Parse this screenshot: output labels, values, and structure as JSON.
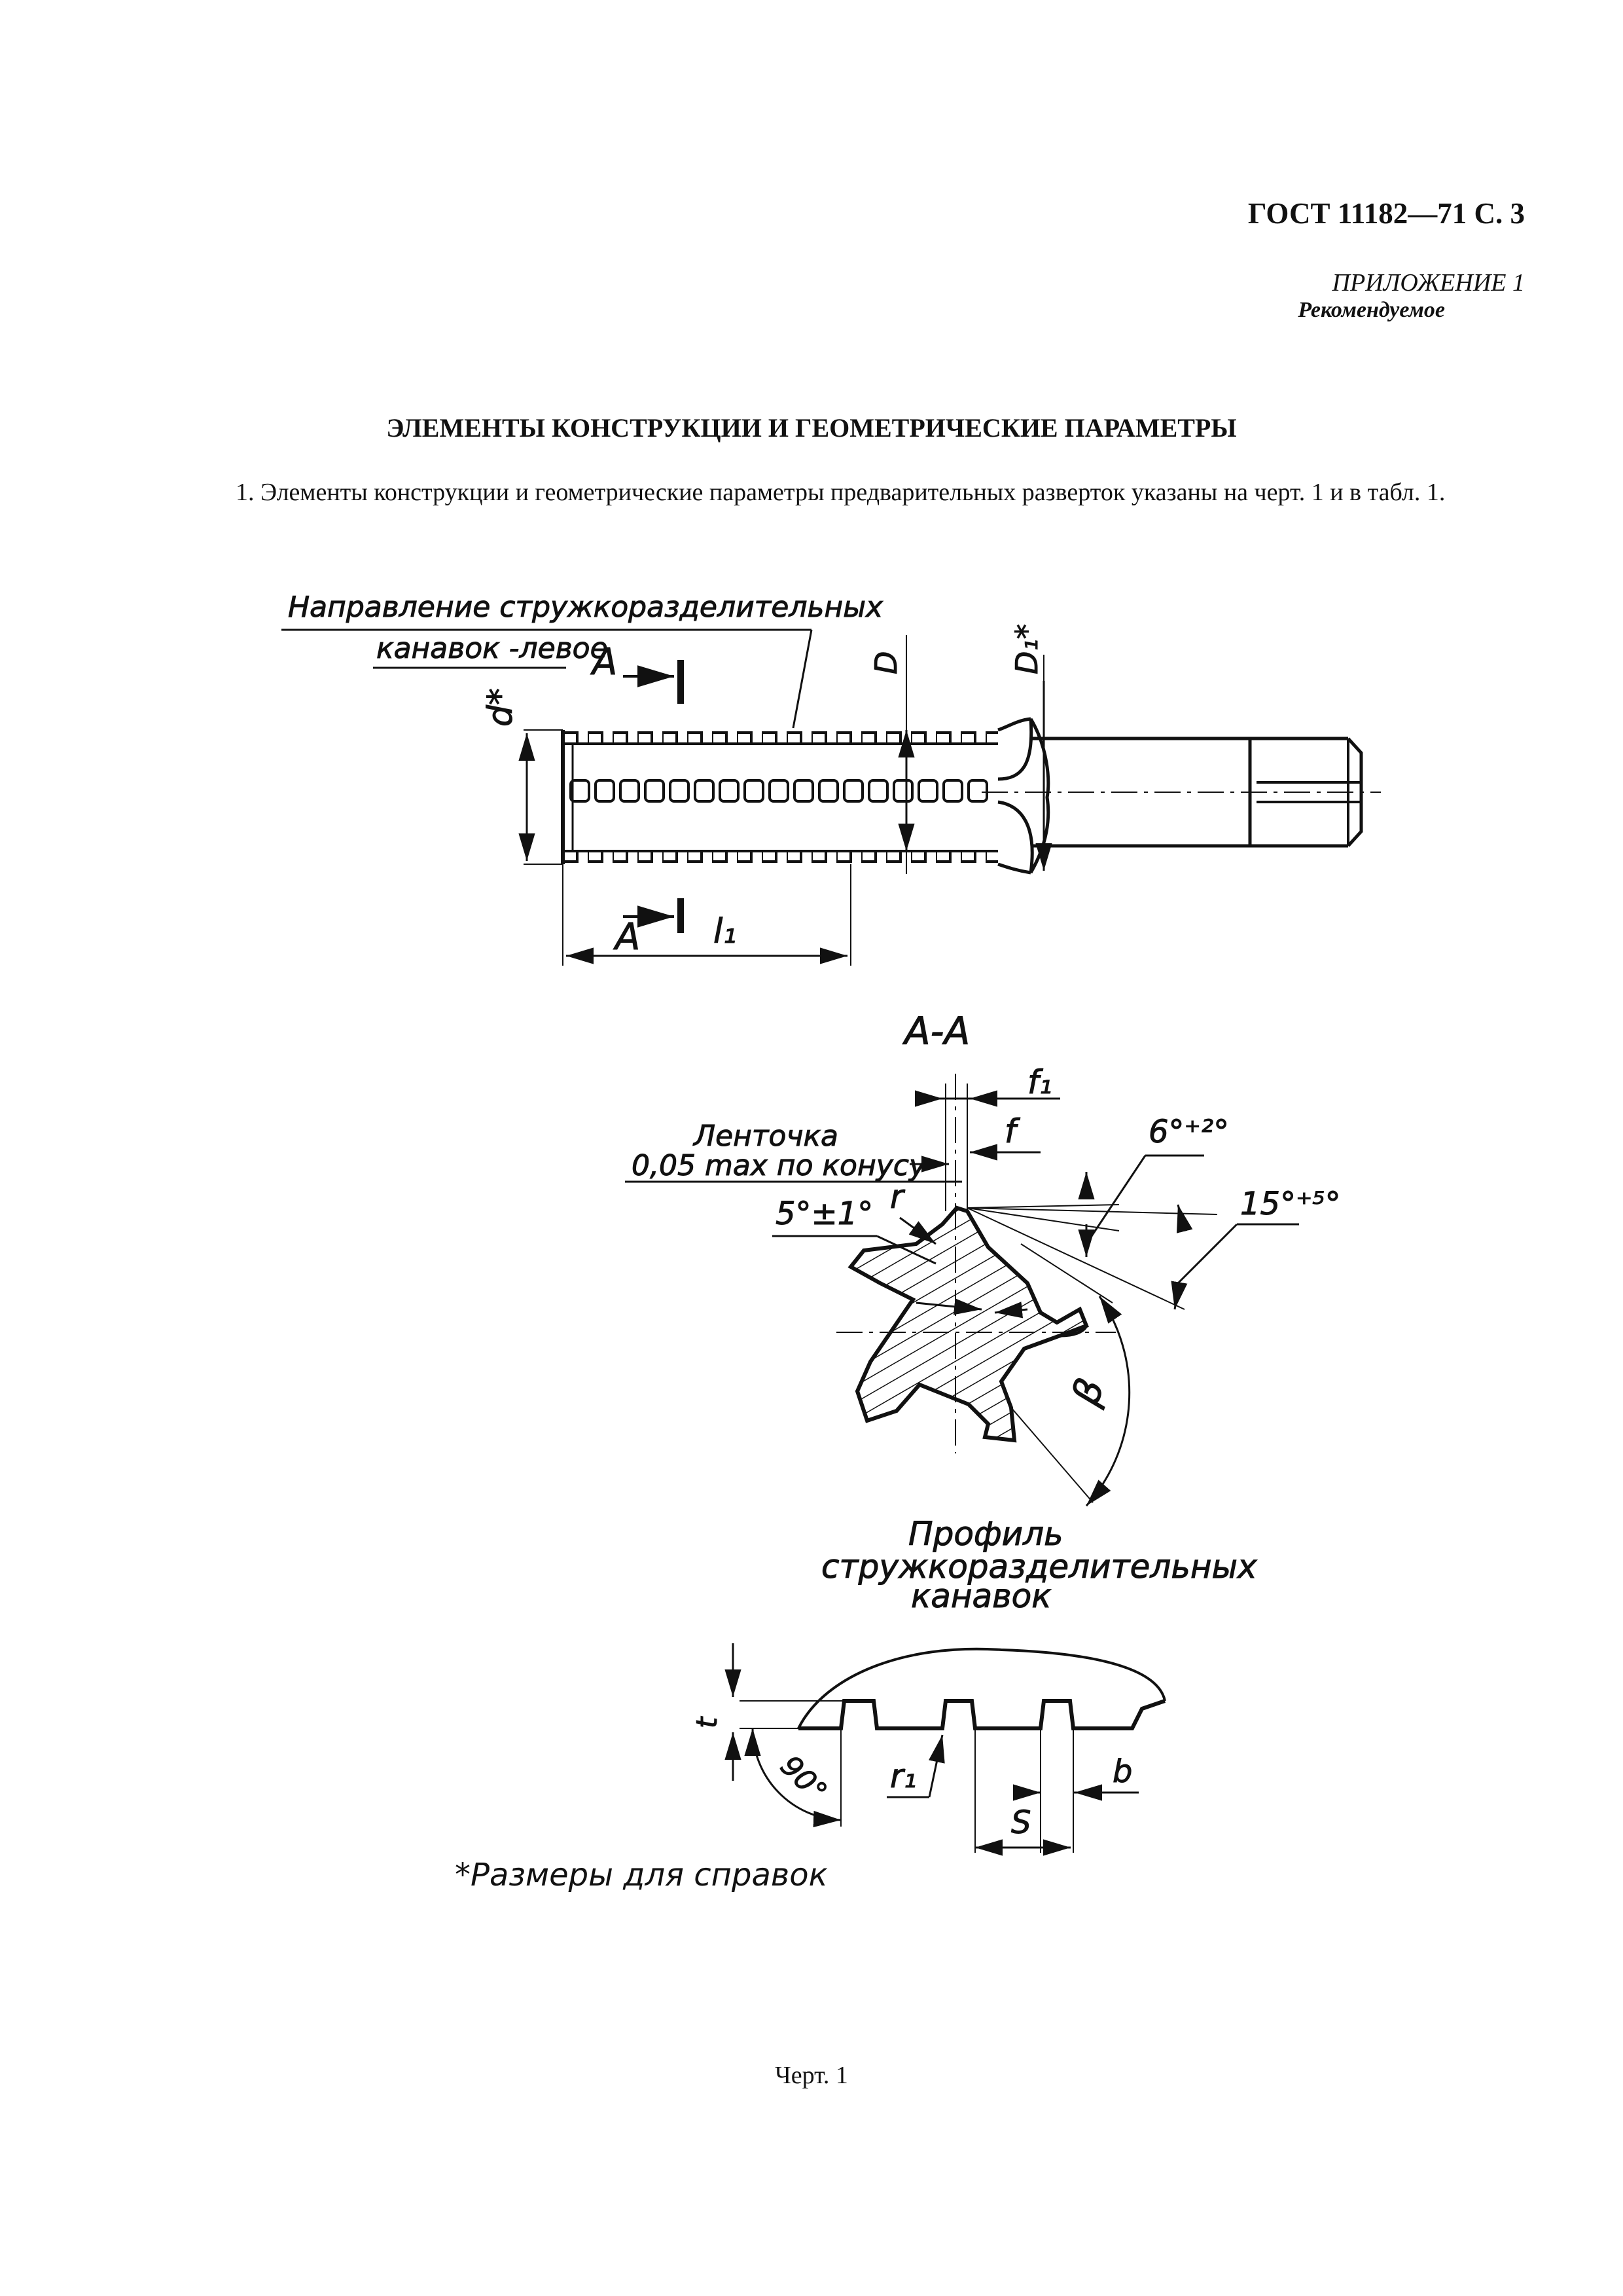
{
  "header": {
    "doc_id": "ГОСТ 11182—71 С. 3"
  },
  "appendix": {
    "label": "ПРИЛОЖЕНИЕ 1",
    "note": "Рекомендуемое"
  },
  "section_title": "ЭЛЕМЕНТЫ КОНСТРУКЦИИ И ГЕОМЕТРИЧЕСКИЕ ПАРАМЕТРЫ",
  "paragraph": "1. Элементы конструкции и геометрические параметры предварительных разверток указаны на черт. 1 и в табл. 1.",
  "drawing": {
    "direction_line1": "Направление стружкоразделительных",
    "direction_line2": "канавок -левое",
    "label_A": "A",
    "label_d": "d*",
    "label_D": "D",
    "label_D1": "D₁*",
    "label_l1": "l₁",
    "section_title": "A-A",
    "label_f1": "f₁",
    "label_f": "f",
    "land_line1": "Ленточка",
    "land_line2": "0,05 max по конусу",
    "angle_6": "6°⁺²°",
    "angle_15": "15°⁺⁵°",
    "angle_5": "5°±1°",
    "label_r": "r",
    "label_beta": "β",
    "profile_line1": "Профиль",
    "profile_line2": "стружкоразделительных",
    "profile_line3": "канавок",
    "label_t": "t",
    "label_90": "90°",
    "label_r1": "r₁",
    "label_b": "b",
    "label_S": "S",
    "footnote": "*Размеры для справок"
  },
  "caption": "Черт. 1"
}
